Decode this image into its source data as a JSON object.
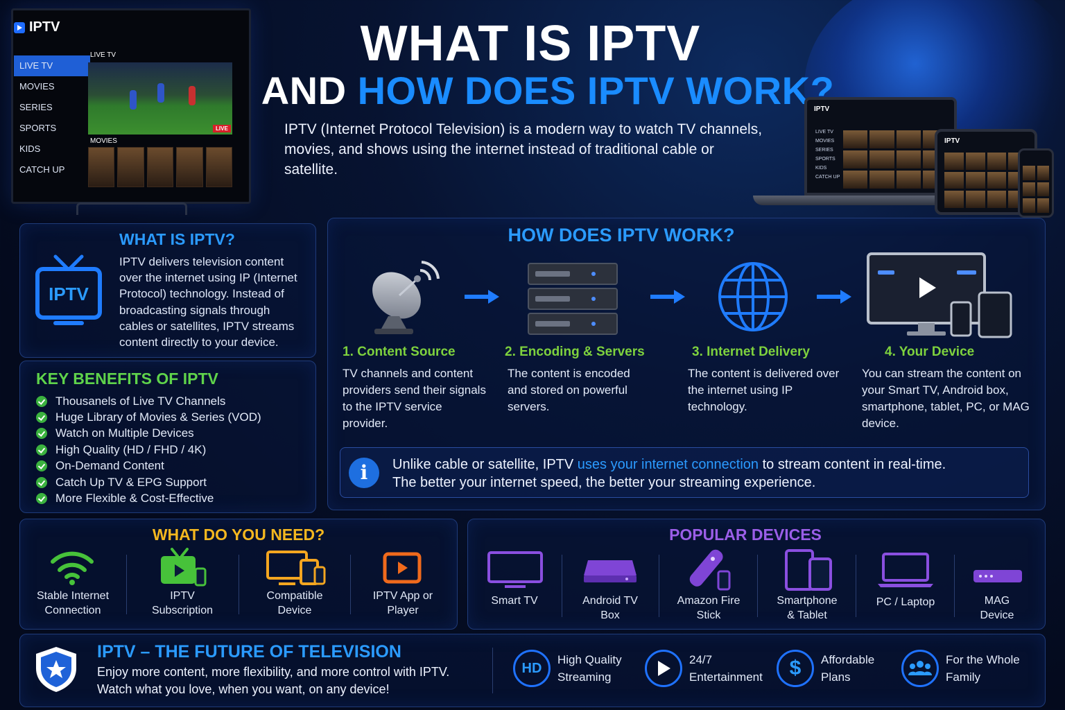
{
  "hero": {
    "title_line1": "WHAT IS IPTV",
    "title_line2_white": "AND ",
    "title_line2_blue": "HOW DOES IPTV WORK?",
    "intro": "IPTV (Internet Protocol Television) is a modern way to watch TV channels, movies, and shows using the internet instead of traditional cable or satellite."
  },
  "tv_screen": {
    "logo": "IPTV",
    "menu": [
      "LIVE TV",
      "MOVIES",
      "SERIES",
      "SPORTS",
      "KIDS",
      "CATCH UP"
    ],
    "live_label": "LIVE TV",
    "live_badge": "LIVE",
    "movies_label": "MOVIES"
  },
  "devices_mockup": {
    "logo": "IPTV",
    "laptop_menu": [
      "LIVE TV",
      "MOVIES",
      "SERIES",
      "SPORTS",
      "KIDS",
      "CATCH UP"
    ]
  },
  "what_is": {
    "title": "WHAT IS IPTV?",
    "icon_text": "IPTV",
    "text": "IPTV delivers television content over the internet using IP (Internet Protocol) technology. Instead of broadcasting signals through cables or satellites, IPTV streams content directly to your device."
  },
  "benefits": {
    "title": "KEY BENEFITS OF IPTV",
    "items": [
      "Thousanels of Live TV Channels",
      "Huge Library of Movies & Series (VOD)",
      "Watch on Multiple Devices",
      "High Quality (HD / FHD / 4K)",
      "On-Demand Content",
      "Catch Up TV & EPG Support",
      "More Flexible & Cost-Effective"
    ]
  },
  "how": {
    "title": "HOW DOES IPTV WORK?",
    "steps": [
      {
        "title": "1. Content Source",
        "text": "TV channels and content providers send their signals to the IPTV service provider."
      },
      {
        "title": "2. Encoding & Servers",
        "text": "The content is encoded and stored on powerful servers."
      },
      {
        "title": "3. Internet Delivery",
        "text": "The content is delivered over the internet using IP technology."
      },
      {
        "title": "4. Your Device",
        "text": "You can stream the content on your Smart TV, Android box, smartphone, tablet, PC, or MAG device."
      }
    ],
    "info_before": "Unlike cable or satellite, IPTV ",
    "info_highlight": "uses your internet connection",
    "info_after": " to stream content in real-time.",
    "info_line2": "The better your internet speed, the better your streaming experience.",
    "info_icon": "i"
  },
  "need": {
    "title": "WHAT DO YOU NEED?",
    "items": [
      {
        "label1": "Stable Internet",
        "label2": "Connection"
      },
      {
        "label1": "IPTV",
        "label2": "Subscription"
      },
      {
        "label1": "Compatible",
        "label2": "Device"
      },
      {
        "label1": "IPTV App or",
        "label2": "Player"
      }
    ]
  },
  "devices": {
    "title": "POPULAR DEVICES",
    "items": [
      {
        "label1": "Smart TV",
        "label2": ""
      },
      {
        "label1": "Android TV",
        "label2": "Box"
      },
      {
        "label1": "Amazon Fire",
        "label2": "Stick"
      },
      {
        "label1": "Smartphone",
        "label2": "& Tablet"
      },
      {
        "label1": "PC / Laptop",
        "label2": ""
      },
      {
        "label1": "MAG",
        "label2": "Device"
      }
    ]
  },
  "future": {
    "title": "IPTV – THE FUTURE OF TELEVISION",
    "line1": "Enjoy more content, more flexibility, and more control with IPTV.",
    "line2": "Watch what you love, when you want, on any device!",
    "badges": [
      {
        "icon": "HD",
        "label1": "High Quality",
        "label2": "Streaming"
      },
      {
        "icon": "",
        "label1": "24/7",
        "label2": "Entertainment"
      },
      {
        "icon": "$",
        "label1": "Affordable",
        "label2": "Plans"
      },
      {
        "icon": "",
        "label1": "For the Whole",
        "label2": "Family"
      }
    ]
  },
  "colors": {
    "accent_blue": "#2b9bff",
    "benefit_green": "#5fd34b",
    "need_yellow": "#f4b71f",
    "devices_purple": "#9b5ee8",
    "step_green": "#7ed23e"
  }
}
